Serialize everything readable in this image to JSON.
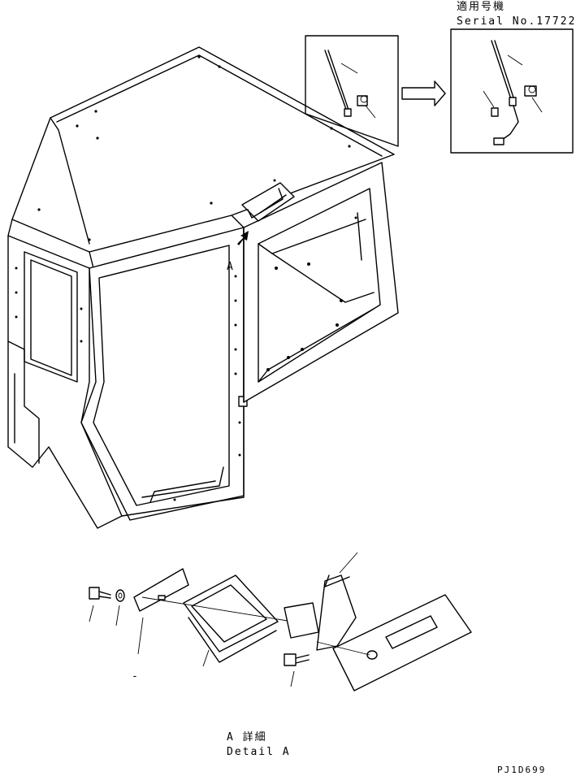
{
  "serial_note": {
    "line1": "適用号機",
    "line2": "Serial No.17722~"
  },
  "detail_caption": {
    "line1": "A 詳細",
    "line2": "Detail A"
  },
  "callout_mark": "A",
  "drawing_code": "PJ1D699",
  "stray_mark": "-"
}
